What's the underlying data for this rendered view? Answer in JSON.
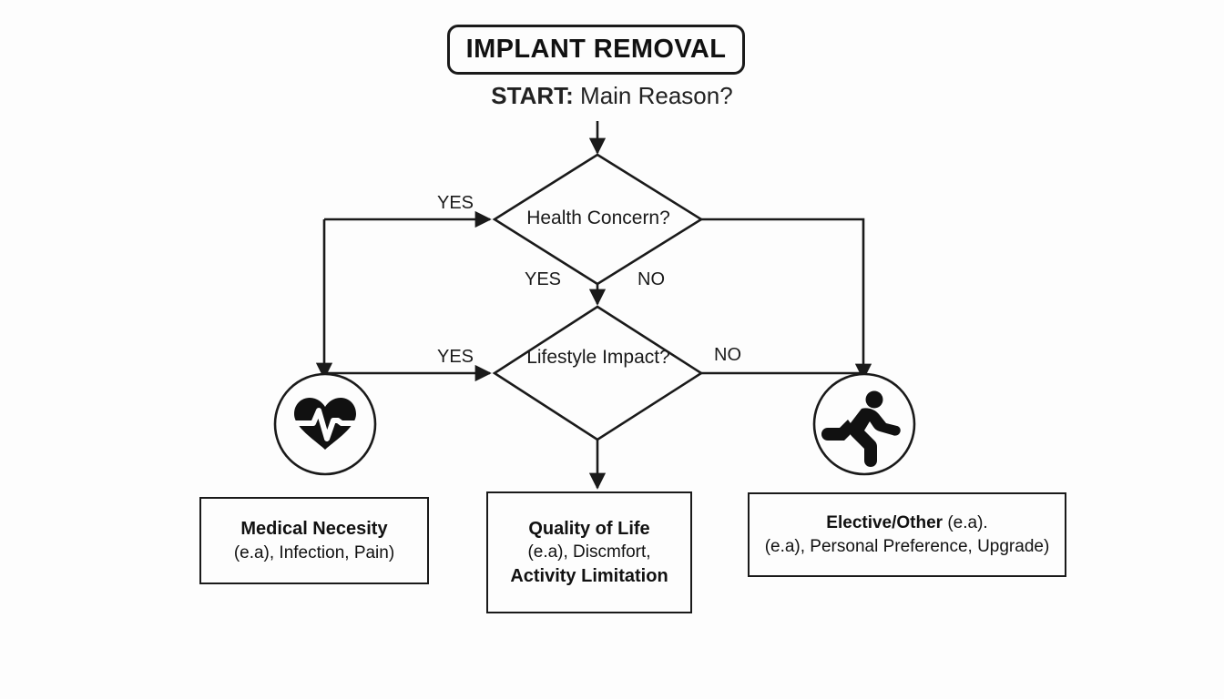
{
  "chart_data": {
    "type": "diagram",
    "title": "IMPLANT REMOVAL",
    "subtitle": "START: Main Reason?",
    "nodes": [
      {
        "id": "start",
        "shape": "rounded-rect",
        "label": "IMPLANT REMOVAL"
      },
      {
        "id": "decision1",
        "shape": "diamond",
        "label": "Health Concern?"
      },
      {
        "id": "decision2",
        "shape": "diamond",
        "label": "Lifestyle Impact?"
      },
      {
        "id": "icon-heart",
        "shape": "circle",
        "label": "heart-pulse-icon"
      },
      {
        "id": "icon-runner",
        "shape": "circle",
        "label": "running-person-icon"
      },
      {
        "id": "out-medical",
        "shape": "rect",
        "label": "Medical Necesity"
      },
      {
        "id": "out-quality",
        "shape": "rect",
        "label": "Quality of Life"
      },
      {
        "id": "out-elective",
        "shape": "rect",
        "label": "Elective/Other"
      }
    ],
    "edges": [
      {
        "from": "start",
        "to": "decision1",
        "label": ""
      },
      {
        "from": "decision1",
        "to": "icon-heart",
        "label": "YES"
      },
      {
        "from": "decision1",
        "to": "decision2",
        "label": "YES"
      },
      {
        "from": "decision1",
        "to": "icon-runner",
        "label": "NO"
      },
      {
        "from": "decision2",
        "to": "icon-heart",
        "label": "YES"
      },
      {
        "from": "decision2",
        "to": "out-quality",
        "label": ""
      },
      {
        "from": "decision2",
        "to": "icon-runner",
        "label": "NO"
      }
    ]
  },
  "header": {
    "title": "IMPLANT REMOVAL",
    "caption_strong": "START:",
    "caption_rest": " Main Reason?"
  },
  "decisions": {
    "first": "Health Concern?",
    "second": "Lifestyle Impact?"
  },
  "edge_labels": {
    "yes_top": "YES",
    "no_top": "NO",
    "yes_mid": "YES",
    "yes_bottom": "YES",
    "no_bottom": "NO"
  },
  "outcomes": {
    "medical": {
      "title": "Medical Necesity",
      "detail": "(e.a), Infection, Pain)"
    },
    "quality": {
      "title": "Quality of Life",
      "detail": "(e.a), Discmfort,",
      "detail_bold": "Activity Limitation"
    },
    "elective": {
      "title": "Elective/Other",
      "title_suffix": " (e.a).",
      "detail": "(e.a), Personal Preference, Upgrade)"
    }
  },
  "icons": {
    "heart": "heart-pulse-icon",
    "runner": "running-person-icon"
  },
  "colors": {
    "stroke": "#1a1a1a",
    "text": "#111111",
    "background": "#fdfdfd"
  }
}
